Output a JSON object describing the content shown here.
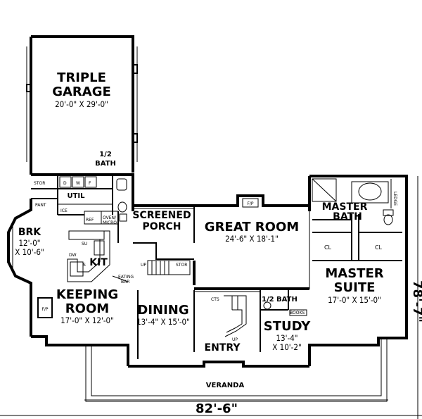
{
  "rooms": {
    "garage": {
      "name1": "TRIPLE",
      "name2": "GARAGE",
      "dims": "20'-0\" X 29'-0\""
    },
    "half_bath_top": {
      "name1": "1/2",
      "name2": "BATH"
    },
    "util": {
      "name": "UTIL"
    },
    "stor_util": {
      "name": "STOR"
    },
    "pant": {
      "name": "PANT"
    },
    "ice": {
      "name": "ICE"
    },
    "washer_dryer": {
      "d": "D",
      "w": "W",
      "f": "F"
    },
    "brk": {
      "name": "BRK",
      "dims1": "12'-0\"",
      "dims2": "X 10'-6\""
    },
    "kit": {
      "name": "KIT"
    },
    "screened_porch": {
      "name1": "SCREENED",
      "name2": "PORCH"
    },
    "great_room": {
      "name": "GREAT ROOM",
      "dims": "24'-6\" X 18'-1\""
    },
    "master_bath": {
      "name1": "MASTER",
      "name2": "BATH"
    },
    "master_suite": {
      "name1": "MASTER",
      "name2": "SUITE",
      "dims": "17'-0\" X 15'-0\""
    },
    "keeping_room": {
      "name1": "KEEPING",
      "name2": "ROOM",
      "dims": "17'-0\" X 12'-0\""
    },
    "dining": {
      "name": "DINING",
      "dims": "13'-4\" X 15'-0\""
    },
    "half_bath_mid": {
      "name": "1/2 BATH"
    },
    "study": {
      "name": "STUDY",
      "dims1": "13'-4\"",
      "dims2": "X 10'-2\""
    },
    "entry": {
      "name": "ENTRY"
    },
    "veranda": {
      "name": "VERANDA"
    }
  },
  "labels": {
    "ref": "REF",
    "oven_micro1": "OVEN/",
    "oven_micro2": "MICRO",
    "su": "SU",
    "dw": "DW",
    "s": "S",
    "eating_bar1": "EATING",
    "eating_bar2": "BAR",
    "up_kitchen": "UP",
    "stor_stair": "STOR",
    "fp_great": "F/P",
    "fp_keeping": "F/P",
    "cl_left": "CL",
    "cl_right": "CL",
    "ledge": "LEDGE",
    "cts": "CTS",
    "books": "BOOKS",
    "up_entry": "UP"
  },
  "dimensions": {
    "width": "82'-6\"",
    "depth": "78'-7\""
  }
}
